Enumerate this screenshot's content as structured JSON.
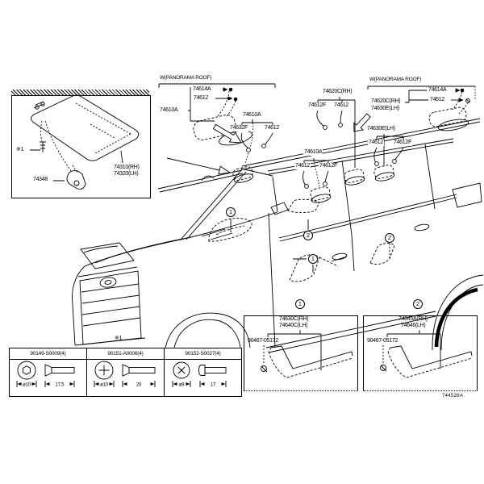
{
  "page": {
    "bg": "#ffffff",
    "ink": "#000000"
  },
  "footer_code": "744526A",
  "visor_panel": {
    "screw_marker": "※1",
    "holder": "74348",
    "visor_rh": "74310(RH)",
    "visor_lh": "74320(LH)"
  },
  "panorama_front": {
    "title": "W(PANORAMA ROOF)",
    "cap": "74614A",
    "screw": "74612",
    "grip": "74610A"
  },
  "panorama_rear": {
    "title": "W(PANORAMA ROOF)",
    "cap": "74614A",
    "screw": "74612",
    "grip_rh": "74620C(RH)",
    "grip_lh": "74630E(LH)"
  },
  "grip_groups": [
    {
      "parent": "74610A",
      "child_left": "74632F",
      "child_right": "74612"
    },
    {
      "parent": "74620C(RH)",
      "child_left": "74612F",
      "child_right": "74612"
    },
    {
      "parent": "74630E(LH)",
      "child_left": "74612",
      "child_right": "74612F"
    },
    {
      "parent": "74610A",
      "child_left": "74612",
      "child_right": "74612F"
    }
  ],
  "callouts": {
    "c1": "1",
    "c2": "2",
    "c3": "1",
    "c4": "2"
  },
  "detail_boxes": [
    {
      "num": "1",
      "part_rh": "74630C(RH)",
      "part_lh": "74640C(LH)",
      "clip": "90467-05172"
    },
    {
      "num": "2",
      "part_rh": "74645A(RH)",
      "part_lh": "74646(LH)",
      "clip": "90467-05172"
    }
  ],
  "fastener_table": {
    "marker": "※1",
    "columns": [
      {
        "part": "90149-S0009(4)",
        "dia": "ø10",
        "len": "17.5",
        "drive_icon": "hex-socket",
        "head_icon": "flat-head"
      },
      {
        "part": "90151-A0006(4)",
        "dia": "ø10",
        "len": "20",
        "drive_icon": "phillips-cross",
        "head_icon": "flat-head"
      },
      {
        "part": "90152-S0027(4)",
        "dia": "ø9",
        "len": "17",
        "drive_icon": "x-cross",
        "head_icon": "pan-head"
      }
    ]
  }
}
